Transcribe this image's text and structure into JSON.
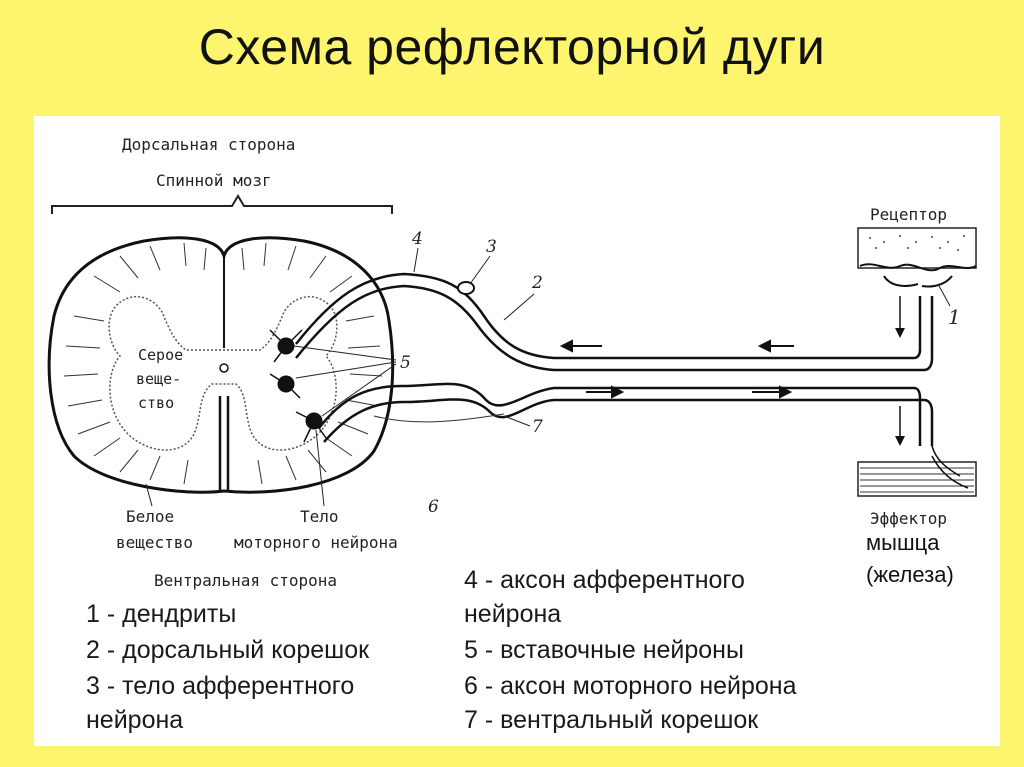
{
  "title": "Схема рефлекторной дуги",
  "diagram": {
    "labels": {
      "dorsal_side": "Дорсальная сторона",
      "spinal_cord": "Спинной мозг",
      "gray_matter_1": "Серое",
      "gray_matter_2": "веще-",
      "gray_matter_3": "ство",
      "white_matter_1": "Белое",
      "white_matter_2": "вещество",
      "motor_body_1": "Тело",
      "motor_body_2": "моторного нейрона",
      "ventral_side": "Вентральная сторона",
      "receptor": "Рецептор",
      "effector": "Эффектор",
      "muscle": "мышца",
      "gland": "(железа)"
    },
    "numbers": {
      "n1": "1",
      "n2": "2",
      "n3": "3",
      "n4": "4",
      "n5": "5",
      "n6": "6",
      "n7": "7"
    }
  },
  "legend": {
    "left": [
      "1 - дендриты",
      "2 - дорсальный корешок",
      "3 - тело афферентного",
      "нейрона"
    ],
    "right": [
      "4 - аксон афферентного",
      "нейрона",
      "5 - вставочные нейроны",
      "6 - аксон моторного нейрона",
      "7 - вентральный корешок"
    ]
  }
}
